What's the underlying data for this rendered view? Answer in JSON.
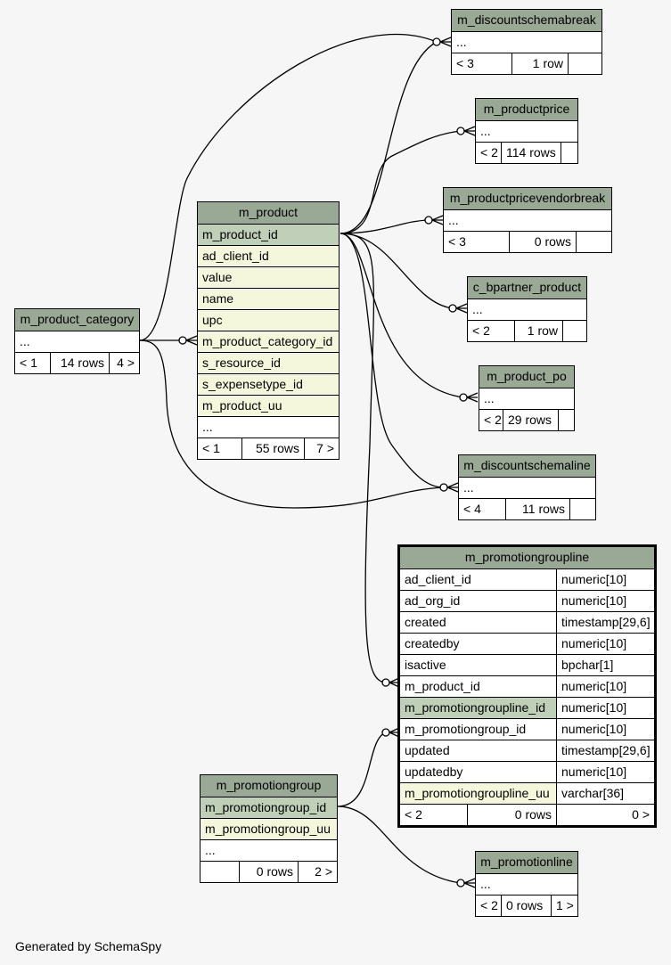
{
  "tables": {
    "m_discountschemabreak": {
      "title": "m_discountschemabreak",
      "ellipsis": "...",
      "foot": [
        "< 3",
        "1 row",
        ""
      ]
    },
    "m_productprice": {
      "title": "m_productprice",
      "ellipsis": "...",
      "foot": [
        "< 2",
        "114 rows",
        ""
      ]
    },
    "m_productpricevendorbreak": {
      "title": "m_productpricevendorbreak",
      "ellipsis": "...",
      "foot": [
        "< 3",
        "0 rows",
        ""
      ]
    },
    "c_bpartner_product": {
      "title": "c_bpartner_product",
      "ellipsis": "...",
      "foot": [
        "< 2",
        "1 row",
        ""
      ]
    },
    "m_product_po": {
      "title": "m_product_po",
      "ellipsis": "...",
      "foot": [
        "< 2",
        "29 rows",
        ""
      ]
    },
    "m_discountschemaline": {
      "title": "m_discountschemaline",
      "ellipsis": "...",
      "foot": [
        "< 4",
        "11 rows",
        ""
      ]
    },
    "m_product_category": {
      "title": "m_product_category",
      "ellipsis": "...",
      "foot": [
        "< 1",
        "14 rows",
        "4 >"
      ]
    },
    "m_product": {
      "title": "m_product",
      "columns": [
        "m_product_id",
        "ad_client_id",
        "value",
        "name",
        "upc",
        "m_product_category_id",
        "s_resource_id",
        "s_expensetype_id",
        "m_product_uu"
      ],
      "ellipsis": "...",
      "foot": [
        "< 1",
        "55 rows",
        "7 >"
      ]
    },
    "m_promotiongroupline": {
      "title": "m_promotiongroupline",
      "columns": [
        {
          "name": "ad_client_id",
          "type": "numeric[10]"
        },
        {
          "name": "ad_org_id",
          "type": "numeric[10]"
        },
        {
          "name": "created",
          "type": "timestamp[29,6]"
        },
        {
          "name": "createdby",
          "type": "numeric[10]"
        },
        {
          "name": "isactive",
          "type": "bpchar[1]"
        },
        {
          "name": "m_product_id",
          "type": "numeric[10]"
        },
        {
          "name": "m_promotiongroupline_id",
          "type": "numeric[10]"
        },
        {
          "name": "m_promotiongroup_id",
          "type": "numeric[10]"
        },
        {
          "name": "updated",
          "type": "timestamp[29,6]"
        },
        {
          "name": "updatedby",
          "type": "numeric[10]"
        },
        {
          "name": "m_promotiongroupline_uu",
          "type": "varchar[36]"
        }
      ],
      "foot": [
        "< 2",
        "0 rows",
        "0 >"
      ]
    },
    "m_promotiongroup": {
      "title": "m_promotiongroup",
      "columns": [
        "m_promotiongroup_id",
        "m_promotiongroup_uu"
      ],
      "ellipsis": "...",
      "foot": [
        "",
        "0 rows",
        "2 >"
      ]
    },
    "m_promotionline": {
      "title": "m_promotionline",
      "ellipsis": "...",
      "foot": [
        "< 2",
        "0 rows",
        "1 >"
      ]
    }
  },
  "footer": "Generated by SchemaSpy"
}
